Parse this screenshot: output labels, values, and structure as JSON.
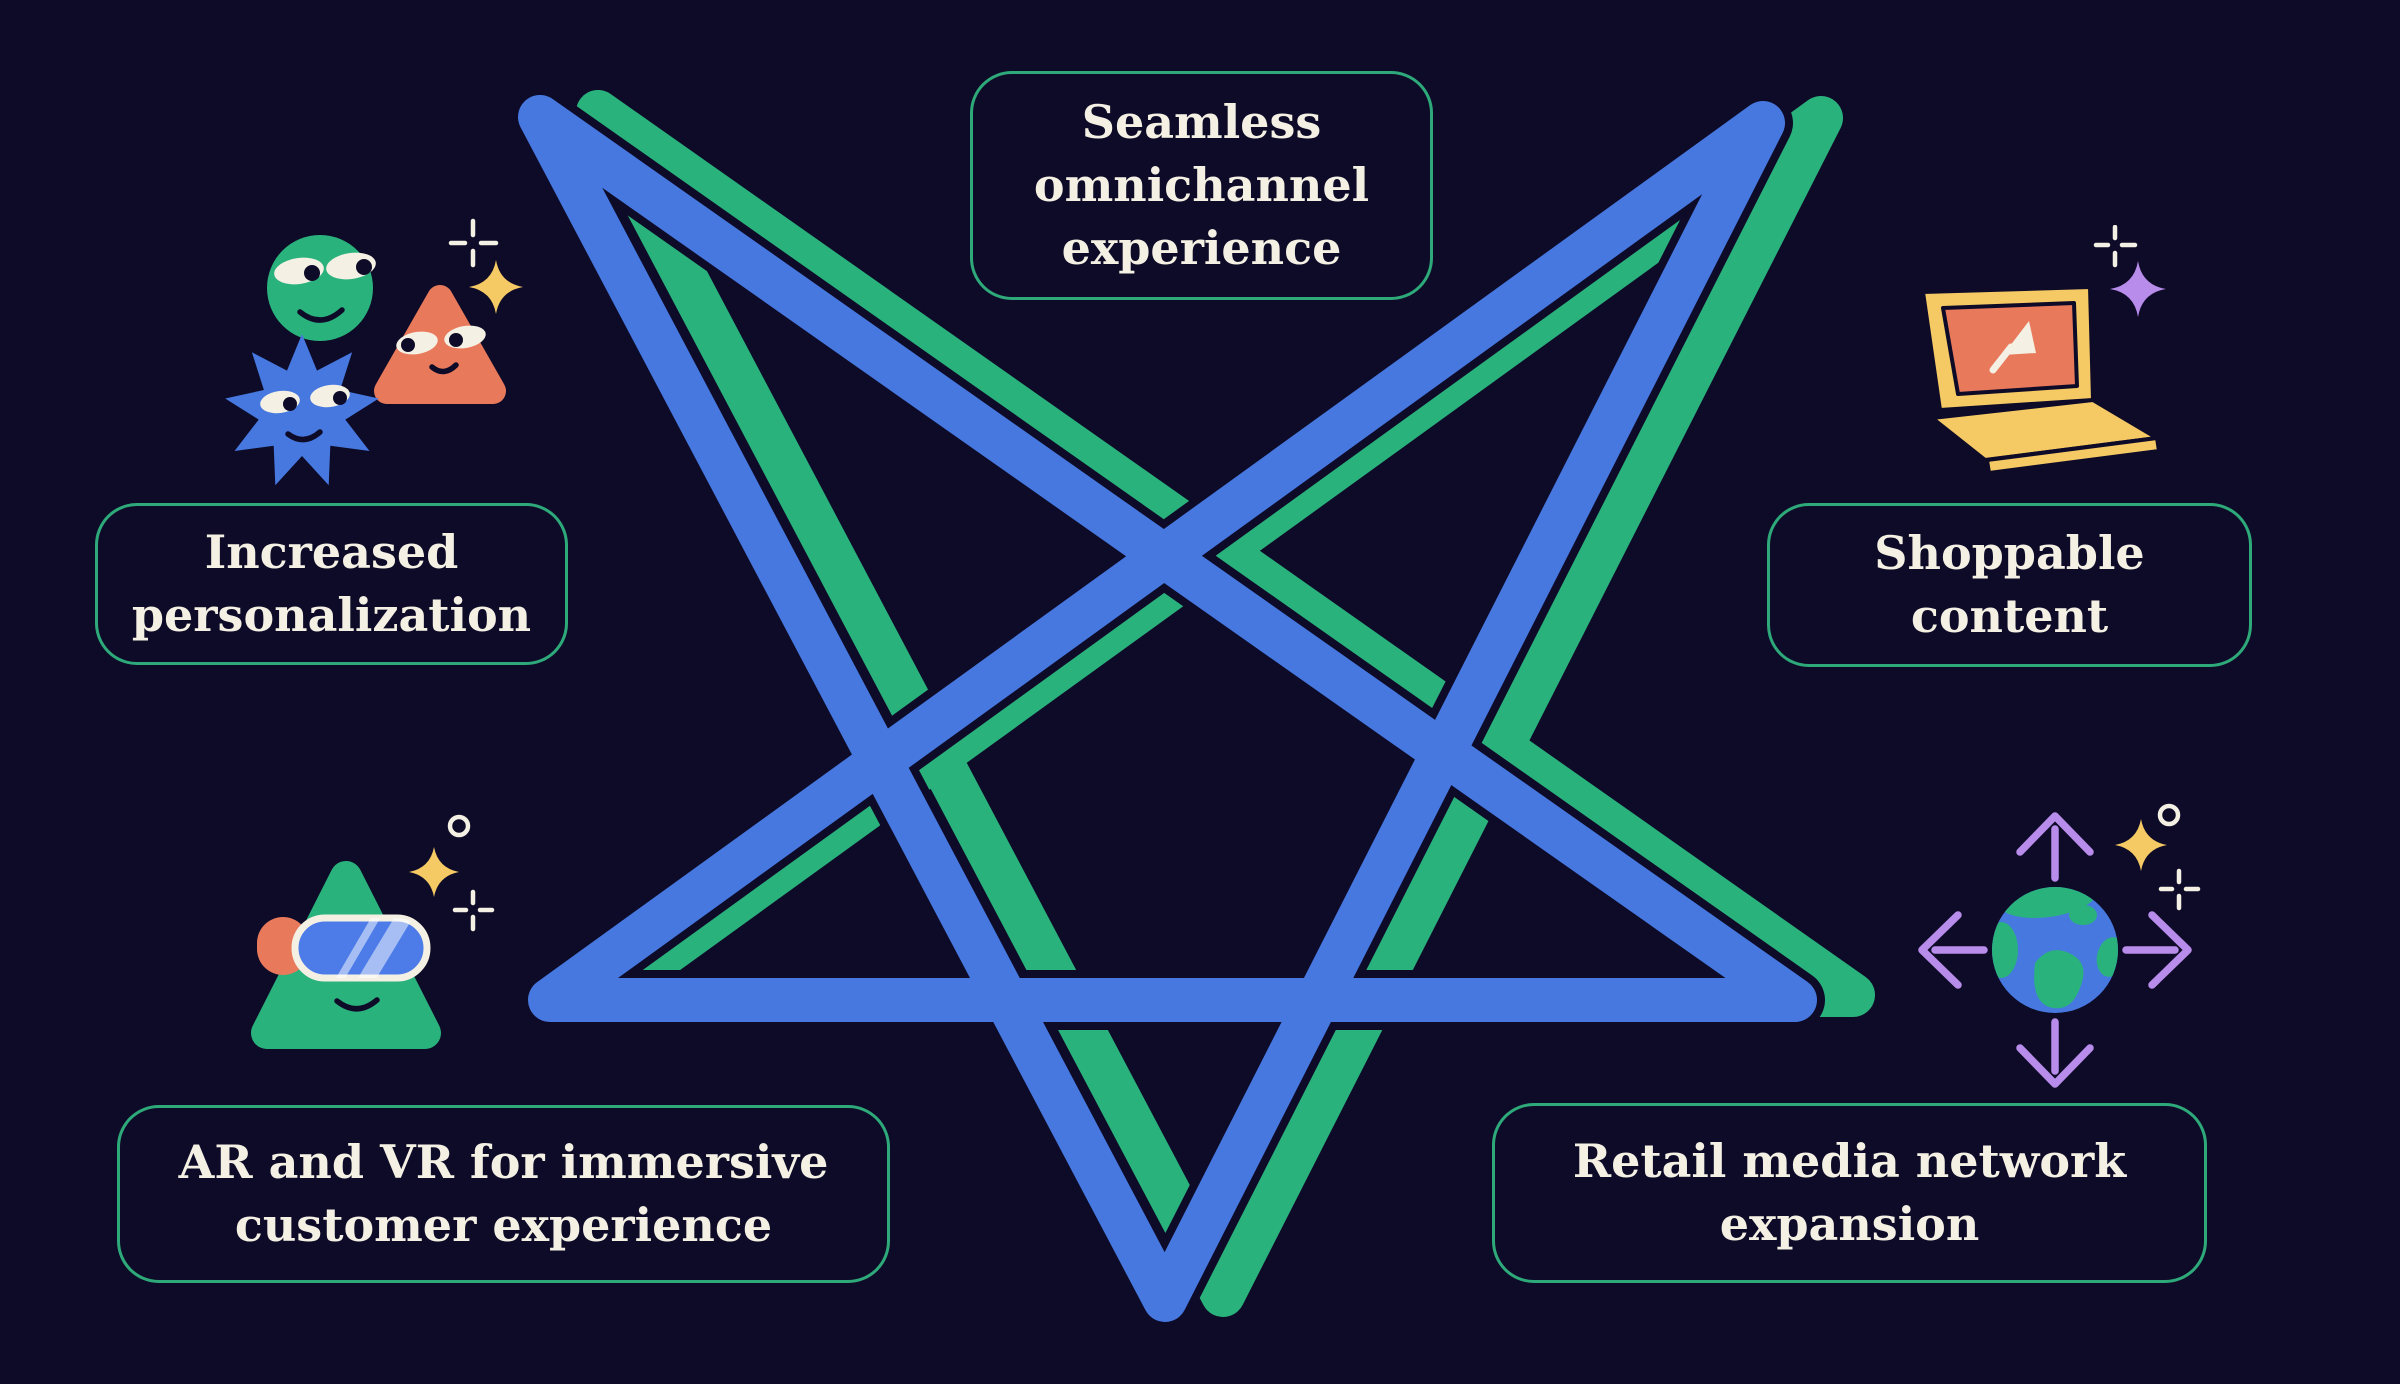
{
  "palette": {
    "bg": "#0E0B28",
    "blue": "#4678E0",
    "green": "#2AB27D",
    "green-border": "#2EA97A",
    "cream": "#F4F0E4",
    "yellow": "#F5C963",
    "orange": "#E87A5B",
    "purple": "#B78CEA",
    "goggle-blue": "#4D7CE8"
  },
  "diagram": {
    "type": "pentagram-star-infographic",
    "center_graphic": "two overlapping five-point star outlines (green behind, blue in front)"
  },
  "boxes": {
    "seamless": {
      "lines": [
        "Seamless",
        "omnichannel",
        "experience"
      ]
    },
    "personalization": {
      "lines": [
        "Increased",
        "personalization"
      ]
    },
    "shoppable": {
      "lines": [
        "Shoppable",
        "content"
      ]
    },
    "arvr": {
      "lines": [
        "AR and VR for immersive",
        "customer experience"
      ]
    },
    "retail": {
      "lines": [
        "Retail media network",
        "expansion"
      ]
    }
  },
  "icons": {
    "top_left": "smiling-shapes-cluster-icon",
    "top_right": "laptop-cursor-icon",
    "bottom_left": "vr-headset-character-icon",
    "bottom_right": "globe-expansion-icon"
  }
}
